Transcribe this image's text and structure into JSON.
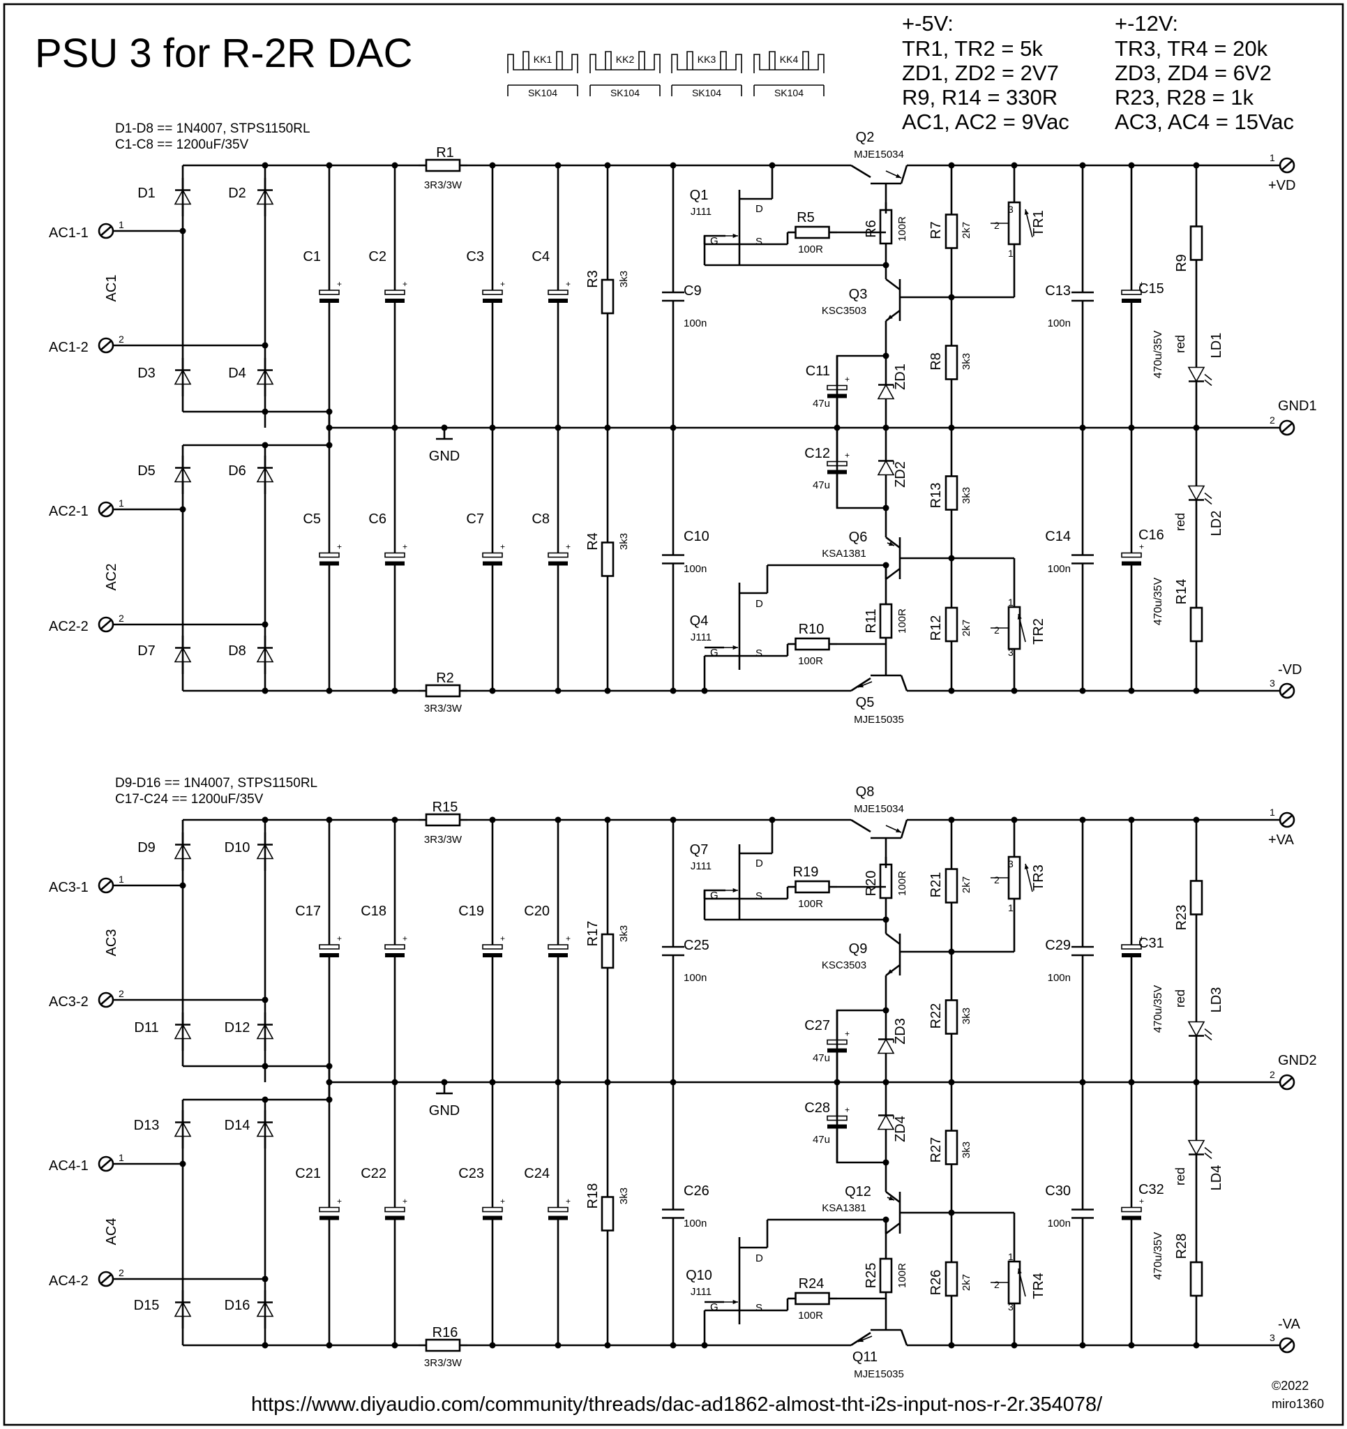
{
  "title": "PSU 3 for R-2R DAC",
  "heatsinks": [
    {
      "ref": "KK1",
      "part": "SK104"
    },
    {
      "ref": "KK2",
      "part": "SK104"
    },
    {
      "ref": "KK3",
      "part": "SK104"
    },
    {
      "ref": "KK4",
      "part": "SK104"
    }
  ],
  "notes": {
    "v5": {
      "heading": "+-5V:",
      "lines": [
        "TR1, TR2 = 5k",
        "ZD1, ZD2 = 2V7",
        "R9, R14 = 330R",
        "AC1, AC2 = 9Vac"
      ]
    },
    "v12": {
      "heading": "+-12V:",
      "lines": [
        "TR3, TR4 = 20k",
        "ZD3, ZD4 = 6V2",
        "R23, R28 = 1k",
        "AC3, AC4 = 15Vac"
      ]
    }
  },
  "footer": {
    "url": "https://www.diyaudio.com/community/threads/dac-ad1862-almost-tht-i2s-input-nos-r-2r.354078/",
    "copyright": "©2022",
    "author": "miro1360"
  },
  "pin_numbers": [
    "1",
    "2",
    "3"
  ],
  "gnd_label": "GND",
  "pot_pins": [
    "1",
    "2",
    "3"
  ],
  "fet_pins": {
    "d": "D",
    "s": "S",
    "g": "G"
  },
  "sections": [
    {
      "note1": "D1-D8 == 1N4007, STPS1150RL",
      "note2": "C1-C8 == 1200uF/35V",
      "ac": [
        {
          "name": "AC1",
          "pin1": "AC1-1",
          "pin2": "AC1-2"
        },
        {
          "name": "AC2",
          "pin1": "AC2-1",
          "pin2": "AC2-2"
        }
      ],
      "diodes": [
        "D1",
        "D2",
        "D3",
        "D4",
        "D5",
        "D6",
        "D7",
        "D8"
      ],
      "r_top": {
        "ref": "R1",
        "val": "3R3/3W"
      },
      "r_bot": {
        "ref": "R2",
        "val": "3R3/3W"
      },
      "bulk_caps": [
        "C1",
        "C2",
        "C3",
        "C4",
        "C5",
        "C6",
        "C7",
        "C8"
      ],
      "bleed": [
        {
          "ref": "R3",
          "val": "3k3"
        },
        {
          "ref": "R4",
          "val": "3k3"
        }
      ],
      "film_in": [
        {
          "ref": "C9",
          "val": "100n"
        },
        {
          "ref": "C10",
          "val": "100n"
        }
      ],
      "pass_top": {
        "ref": "Q2",
        "part": "MJE15034"
      },
      "pass_bot": {
        "ref": "Q5",
        "part": "MJE15035"
      },
      "jfet_top": {
        "ref": "Q1",
        "part": "J111"
      },
      "jfet_bot": {
        "ref": "Q4",
        "part": "J111"
      },
      "rs_top": {
        "ref": "R5",
        "val": "100R"
      },
      "rs_bot": {
        "ref": "R10",
        "val": "100R"
      },
      "rb_top": {
        "ref": "R6",
        "val": "100R"
      },
      "rb_bot": {
        "ref": "R11",
        "val": "100R"
      },
      "err_top": {
        "ref": "Q3",
        "part": "KSC3503"
      },
      "err_bot": {
        "ref": "Q6",
        "part": "KSA1381"
      },
      "zc_top": {
        "ref": "C11",
        "val": "47u"
      },
      "zc_bot": {
        "ref": "C12",
        "val": "47u"
      },
      "zd_top": "ZD1",
      "zd_bot": "ZD2",
      "r7": {
        "ref": "R7",
        "val": "2k7"
      },
      "r8": {
        "ref": "R8",
        "val": "3k3"
      },
      "r13": {
        "ref": "R13",
        "val": "3k3"
      },
      "r12": {
        "ref": "R12",
        "val": "2k7"
      },
      "pot_top": "TR1",
      "pot_bot": "TR2",
      "film_out": [
        {
          "ref": "C13",
          "val": "100n"
        },
        {
          "ref": "C14",
          "val": "100n"
        }
      ],
      "out_caps": [
        {
          "ref": "C15",
          "val": "470u/35V"
        },
        {
          "ref": "C16",
          "val": "470u/35V"
        }
      ],
      "led_r": [
        "R9",
        "R14"
      ],
      "leds": [
        "LD1",
        "LD2"
      ],
      "led_color": "red",
      "out_pos": "+VD",
      "out_gnd": "GND1",
      "out_neg": "-VD"
    },
    {
      "note1": "D9-D16 == 1N4007, STPS1150RL",
      "note2": "C17-C24 == 1200uF/35V",
      "ac": [
        {
          "name": "AC3",
          "pin1": "AC3-1",
          "pin2": "AC3-2"
        },
        {
          "name": "AC4",
          "pin1": "AC4-1",
          "pin2": "AC4-2"
        }
      ],
      "diodes": [
        "D9",
        "D10",
        "D11",
        "D12",
        "D13",
        "D14",
        "D15",
        "D16"
      ],
      "r_top": {
        "ref": "R15",
        "val": "3R3/3W"
      },
      "r_bot": {
        "ref": "R16",
        "val": "3R3/3W"
      },
      "bulk_caps": [
        "C17",
        "C18",
        "C19",
        "C20",
        "C21",
        "C22",
        "C23",
        "C24"
      ],
      "bleed": [
        {
          "ref": "R17",
          "val": "3k3"
        },
        {
          "ref": "R18",
          "val": "3k3"
        }
      ],
      "film_in": [
        {
          "ref": "C25",
          "val": "100n"
        },
        {
          "ref": "C26",
          "val": "100n"
        }
      ],
      "pass_top": {
        "ref": "Q8",
        "part": "MJE15034"
      },
      "pass_bot": {
        "ref": "Q11",
        "part": "MJE15035"
      },
      "jfet_top": {
        "ref": "Q7",
        "part": "J111"
      },
      "jfet_bot": {
        "ref": "Q10",
        "part": "J111"
      },
      "rs_top": {
        "ref": "R19",
        "val": "100R"
      },
      "rs_bot": {
        "ref": "R24",
        "val": "100R"
      },
      "rb_top": {
        "ref": "R20",
        "val": "100R"
      },
      "rb_bot": {
        "ref": "R25",
        "val": "100R"
      },
      "err_top": {
        "ref": "Q9",
        "part": "KSC3503"
      },
      "err_bot": {
        "ref": "Q12",
        "part": "KSA1381"
      },
      "zc_top": {
        "ref": "C27",
        "val": "47u"
      },
      "zc_bot": {
        "ref": "C28",
        "val": "47u"
      },
      "zd_top": "ZD3",
      "zd_bot": "ZD4",
      "r7": {
        "ref": "R21",
        "val": "2k7"
      },
      "r8": {
        "ref": "R22",
        "val": "3k3"
      },
      "r13": {
        "ref": "R27",
        "val": "3k3"
      },
      "r12": {
        "ref": "R26",
        "val": "2k7"
      },
      "pot_top": "TR3",
      "pot_bot": "TR4",
      "film_out": [
        {
          "ref": "C29",
          "val": "100n"
        },
        {
          "ref": "C30",
          "val": "100n"
        }
      ],
      "out_caps": [
        {
          "ref": "C31",
          "val": "470u/35V"
        },
        {
          "ref": "C32",
          "val": "470u/35V"
        }
      ],
      "led_r": [
        "R23",
        "R28"
      ],
      "leds": [
        "LD3",
        "LD4"
      ],
      "led_color": "red",
      "out_pos": "+VA",
      "out_gnd": "GND2",
      "out_neg": "-VA"
    }
  ]
}
